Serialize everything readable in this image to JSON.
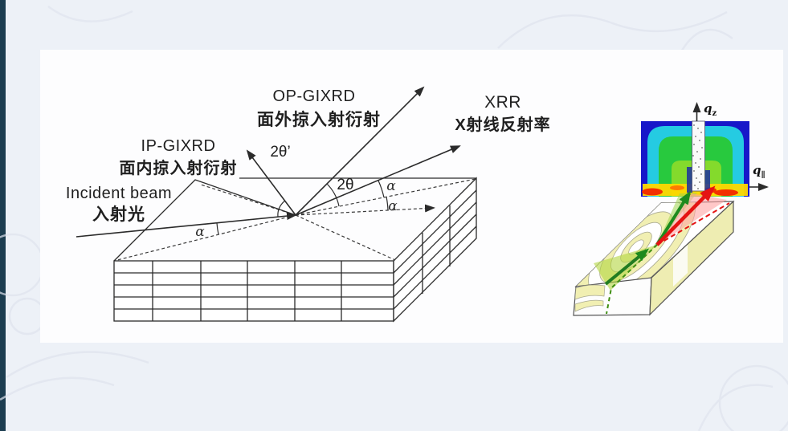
{
  "slide": {
    "op_gixrd": {
      "en": "OP-GIXRD",
      "zh": "面外掠入射衍射"
    },
    "xrr": {
      "en": "XRR",
      "zh": "X射线反射率"
    },
    "ip_gixrd": {
      "en": "IP-GIXRD",
      "zh": "面内掠入射衍射"
    },
    "incident_beam": {
      "en": "Incident beam",
      "zh": "入射光"
    },
    "angles": {
      "two_theta_prime": "2θ’",
      "two_theta": "2θ",
      "alpha": "α"
    },
    "rsm": {
      "q_symbol": "q",
      "qz_sub": "z",
      "qpar_sub": "∥"
    }
  },
  "colors": {
    "navy_bar": "#1c3d50",
    "background": "#edf1f7",
    "slide_bg": "#fdfdfe",
    "diagram_line": "#2b2b2b",
    "map_blue": "#1717c9",
    "map_cyan": "#25cbe2",
    "map_green": "#28c93e",
    "map_yellow": "#ffd800",
    "map_red": "#f33000",
    "arrow_green": "#1d8a1d",
    "arrow_dark_green": "#217c21",
    "arrow_red": "#e51313",
    "fan_green": "#b3d63f",
    "fan_pink": "#ffa3a3",
    "contour_yellow": "#f1efb2"
  }
}
